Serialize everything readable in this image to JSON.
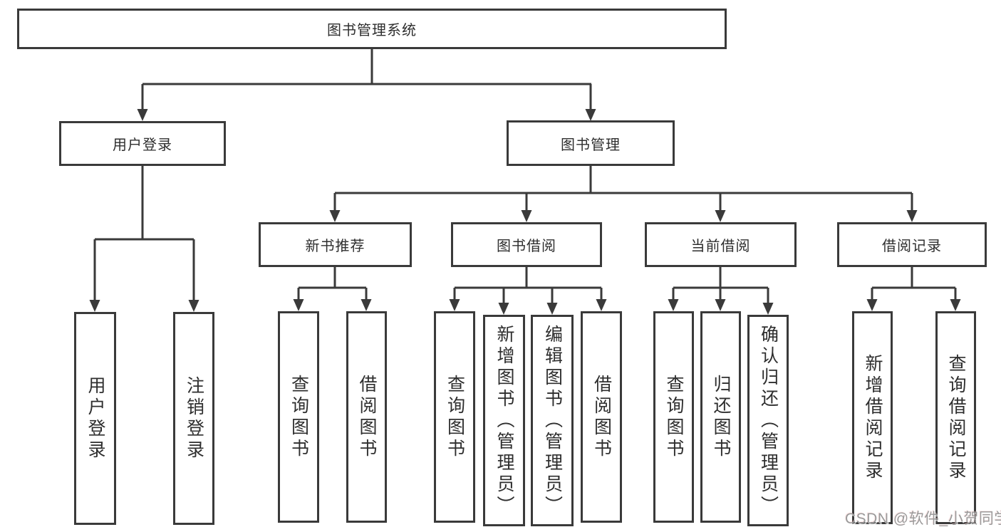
{
  "diagram_type": "hierarchy-tree",
  "colors": {
    "line": "#3a3a3a",
    "box_border": "#3a3a3a",
    "text": "#2e2e2e",
    "background": "#ffffff",
    "watermark": "#9a9a9a"
  },
  "tree": {
    "label": "图书管理系统",
    "children": [
      {
        "label": "用户登录",
        "children": [
          {
            "label": "用户登录"
          },
          {
            "label": "注销登录"
          }
        ]
      },
      {
        "label": "图书管理",
        "children": [
          {
            "label": "新书推荐",
            "children": [
              {
                "label": "查询图书"
              },
              {
                "label": "借阅图书"
              }
            ]
          },
          {
            "label": "图书借阅",
            "children": [
              {
                "label": "查询图书"
              },
              {
                "label": "新增图书（管理员）"
              },
              {
                "label": "编辑图书（管理员）"
              },
              {
                "label": "借阅图书"
              }
            ]
          },
          {
            "label": "当前借阅",
            "children": [
              {
                "label": "查询图书"
              },
              {
                "label": "归还图书"
              },
              {
                "label": "确认归还（管理员）"
              }
            ]
          },
          {
            "label": "借阅记录",
            "children": [
              {
                "label": "新增借阅记录"
              },
              {
                "label": "查询借阅记录"
              }
            ]
          }
        ]
      }
    ]
  },
  "watermark": {
    "text": "CSDN @软件_小贺同学"
  }
}
